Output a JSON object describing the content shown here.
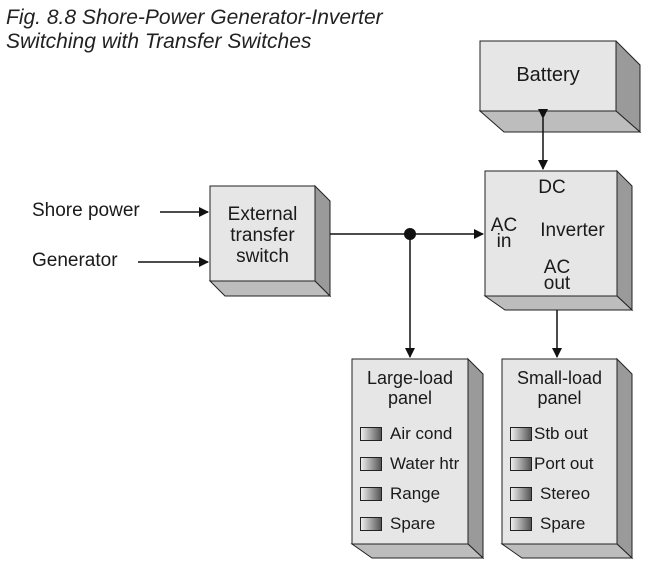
{
  "title": {
    "line1": "Fig. 8.8 Shore-Power Generator-Inverter",
    "line2": "Switching with Transfer Switches"
  },
  "inputs": {
    "shore": "Shore power",
    "generator": "Generator"
  },
  "boxes": {
    "battery": "Battery",
    "transfer": [
      "External",
      "transfer",
      "switch"
    ],
    "inverter": {
      "dc": "DC",
      "ac_in1": "AC",
      "ac_in2": "in",
      "name": "Inverter",
      "ac_out1": "AC",
      "ac_out2": "out"
    },
    "large": {
      "title1": "Large-load",
      "title2": "panel",
      "items": [
        "Air cond",
        "Water htr",
        "Range",
        "Spare"
      ]
    },
    "small": {
      "title1": "Small-load",
      "title2": "panel",
      "items": [
        "Stb out",
        "Port out",
        "Stereo",
        "Spare"
      ]
    }
  }
}
